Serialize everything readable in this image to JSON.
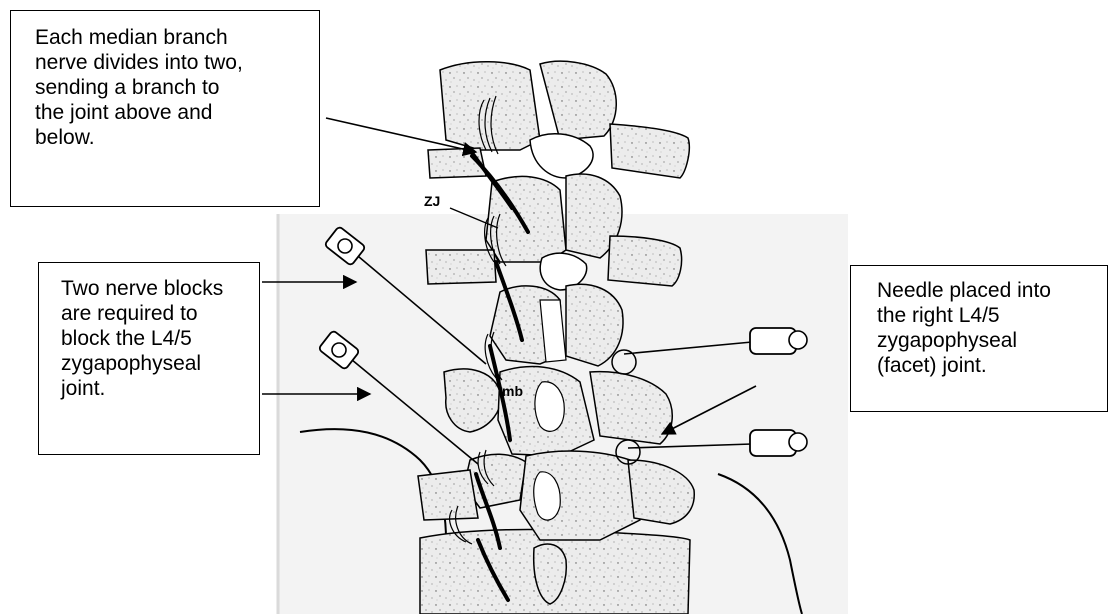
{
  "callouts": {
    "median_branch": {
      "lines": [
        "Each median branch",
        "nerve divides into two,",
        "sending a branch to",
        "the joint above and",
        "below."
      ]
    },
    "nerve_blocks": {
      "lines": [
        "Two nerve blocks",
        "are required to",
        "block the L4/5",
        "zygapophyseal",
        "joint."
      ]
    },
    "needle": {
      "lines": [
        "Needle placed into",
        "the right L4/5",
        "zygapophyseal",
        "(facet) joint."
      ]
    }
  },
  "labels": {
    "zj": "ZJ",
    "mb": "mb"
  },
  "colors": {
    "ink": "#000000",
    "bone_fill": "#e9e9e9",
    "page_scan": "#f4f4f4",
    "background": "#ffffff"
  },
  "icons": {
    "needle": "needle-with-hub-icon",
    "arrow": "arrowhead-icon"
  }
}
